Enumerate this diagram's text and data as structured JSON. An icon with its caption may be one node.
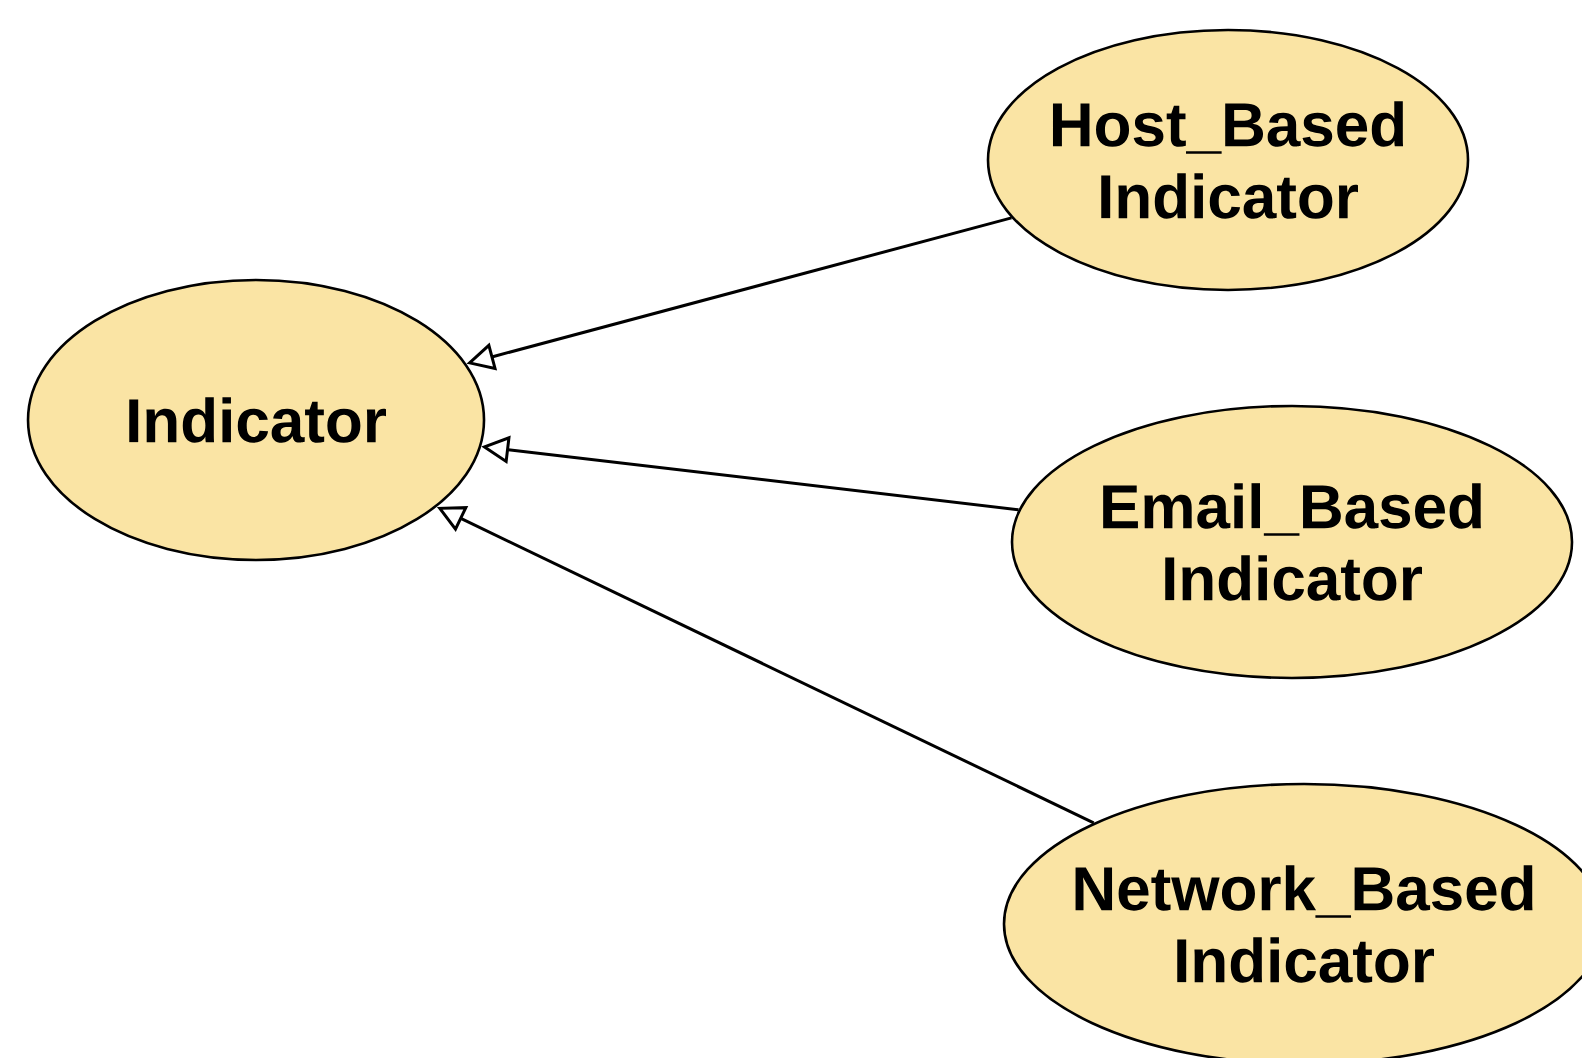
{
  "diagram": {
    "nodes": [
      {
        "text": [
          "Indicator"
        ]
      },
      {
        "text": [
          "Host_Based Indicator"
        ]
      },
      {
        "text": [
          "Email_Based Indicator"
        ]
      },
      {
        "text": [
          "Network_Based Indicator"
        ]
      }
    ],
    "edges": [
      {
        "from": 1,
        "to": 0,
        "arrow": "to"
      },
      {
        "from": 2,
        "to": 0,
        "arrow": "to"
      },
      {
        "from": 3,
        "to": 0,
        "arrow": "to"
      }
    ]
  }
}
